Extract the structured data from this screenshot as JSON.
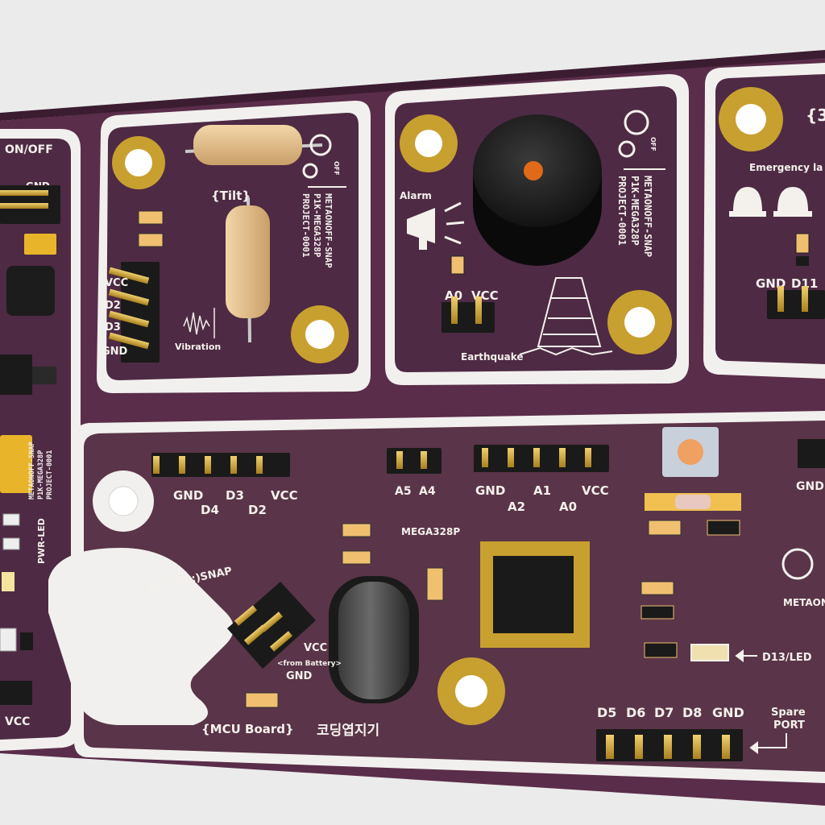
{
  "scene": {
    "colors": {
      "background": "#ebebeb",
      "board_purple": "#5a2d4a",
      "panel_purple": "#4e2a44",
      "silkscreen": "#f4f1ec",
      "gold": "#c8a030"
    }
  },
  "left_module": {
    "switch_label": "ON/OFF",
    "gnd_label": "GND",
    "vcc_label": "VCC",
    "pwr_led_label": "PWR-LED",
    "vertical_text": [
      "METAONOFF-SNAP",
      "P1K-MEGA328P",
      "PROJECT-0001"
    ]
  },
  "tilt_module": {
    "title": "{Tilt}",
    "sensor_label": "Vibration",
    "pins": [
      "VCC",
      "D2",
      "D3",
      "GND"
    ],
    "vertical_text": [
      "METAONOFF-SNAP",
      "P1K-MEGA328P",
      "PROJECT-0001"
    ],
    "logo_text": "OFF"
  },
  "alarm_module": {
    "alarm_label": "Alarm",
    "earthquake_label": "Earthquake",
    "pins": [
      "A0",
      "VCC"
    ],
    "vertical_text": [
      "METAONOFF-SNAP",
      "P1K-MEGA328P",
      "PROJECT-0001"
    ],
    "logo_text": "OFF"
  },
  "light_module": {
    "title": "{3",
    "label": "Emergency la",
    "pins": [
      "GND",
      "D11"
    ]
  },
  "mcu_board": {
    "header_left_labels": [
      "GND",
      "D4",
      "D3",
      "D2",
      "VCC"
    ],
    "header_analog_small": [
      "A5",
      "A4"
    ],
    "header_analog_labels": [
      "GND",
      "A2",
      "A1",
      "A0",
      "VCC"
    ],
    "chip_label": "MEGA328P",
    "pickup_label": "PICKUP:)SNAP",
    "battery_vcc": "VCC",
    "battery_note": "<from Battery>",
    "battery_gnd": "GND",
    "board_name": "{MCU Board}",
    "brand_text": "코딩엽지기",
    "led_label": "D13/LED",
    "spare_port_labels": [
      "D5",
      "D6",
      "D7",
      "D8",
      "GND"
    ],
    "spare_port_title_line1": "Spare",
    "spare_port_title_line2": "PORT",
    "right_edge_text": "METAON",
    "right_edge_gnd": "GND"
  }
}
